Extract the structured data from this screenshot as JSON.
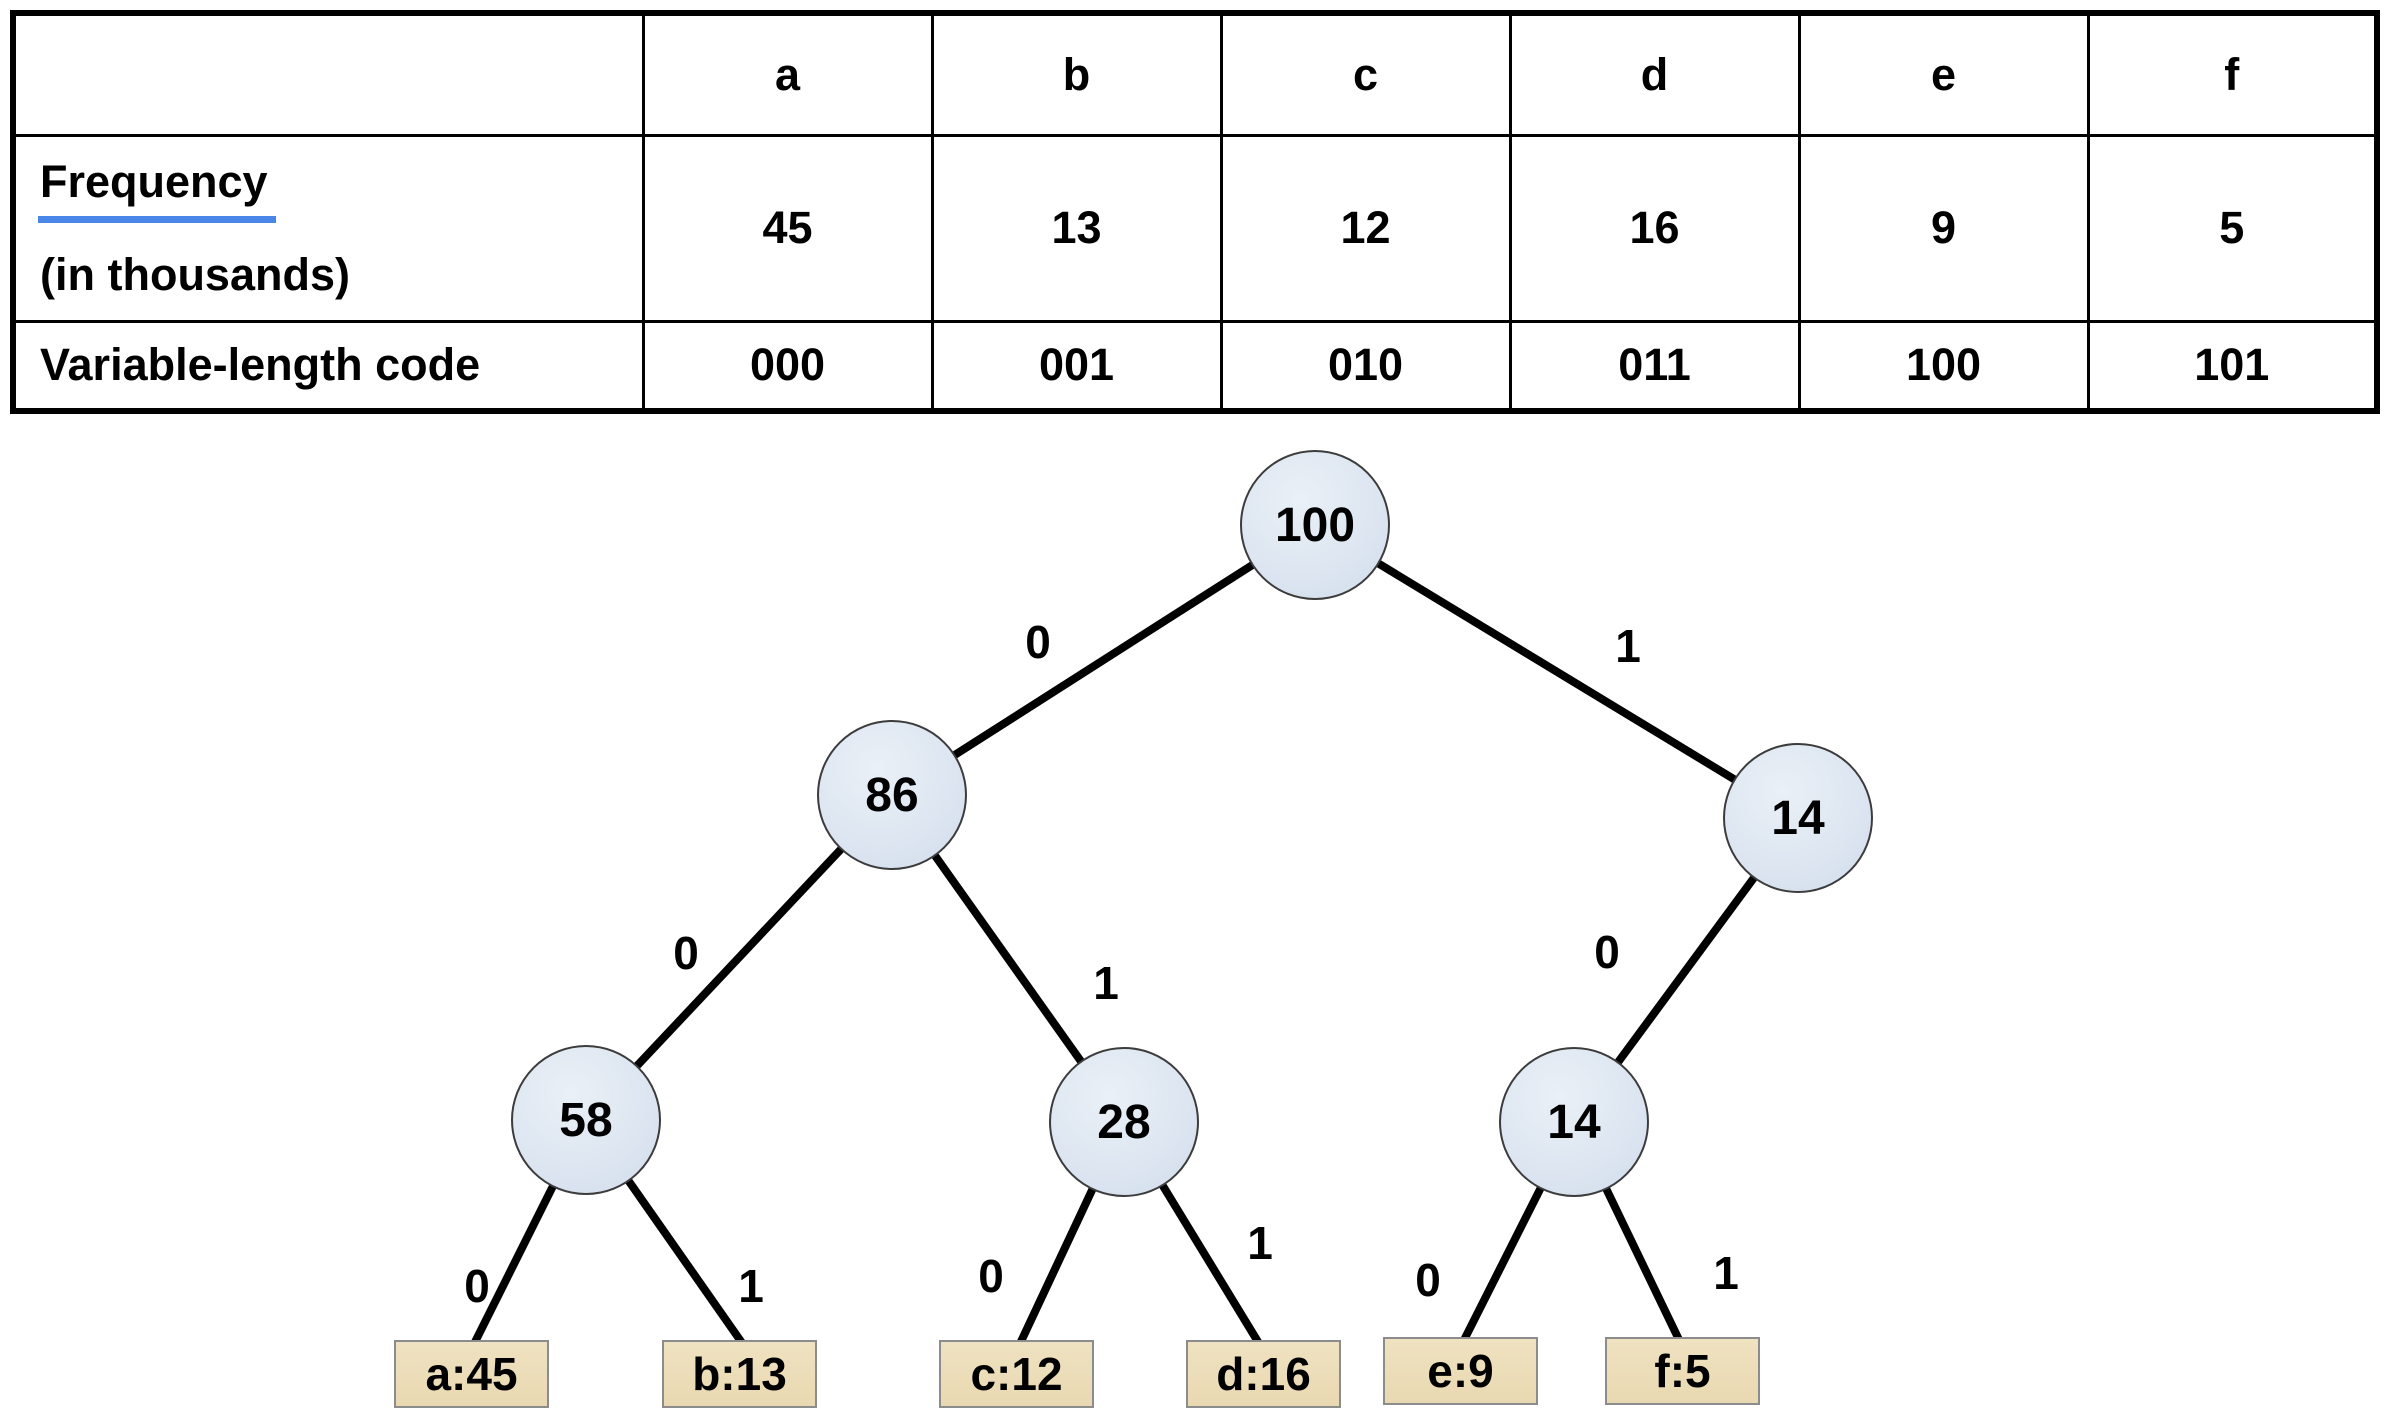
{
  "table": {
    "col_headers": [
      "a",
      "b",
      "c",
      "d",
      "e",
      "f"
    ],
    "frequency_row": {
      "label_title": "Frequency",
      "label_sub": "(in thousands)",
      "values": [
        "45",
        "13",
        "12",
        "16",
        "9",
        "5"
      ]
    },
    "code_row": {
      "label": "Variable-length code",
      "values": [
        "000",
        "001",
        "010",
        "011",
        "100",
        "101"
      ]
    }
  },
  "tree": {
    "internal": [
      {
        "value": "100"
      },
      {
        "value": "86"
      },
      {
        "value": "14"
      },
      {
        "value": "58"
      },
      {
        "value": "28"
      },
      {
        "value": "14"
      }
    ],
    "leaves": [
      {
        "label": "a:45"
      },
      {
        "label": "b:13"
      },
      {
        "label": "c:12"
      },
      {
        "label": "d:16"
      },
      {
        "label": "e:9"
      },
      {
        "label": "f:5"
      }
    ],
    "edges": [
      {
        "from": "100",
        "to": "86",
        "bit": "0"
      },
      {
        "from": "100",
        "to": "14",
        "bit": "1"
      },
      {
        "from": "86",
        "to": "58",
        "bit": "0"
      },
      {
        "from": "86",
        "to": "28",
        "bit": "1"
      },
      {
        "from": "14",
        "to": "14b",
        "bit": "0"
      },
      {
        "from": "58",
        "to": "a:45",
        "bit": "0"
      },
      {
        "from": "58",
        "to": "b:13",
        "bit": "1"
      },
      {
        "from": "28",
        "to": "c:12",
        "bit": "0"
      },
      {
        "from": "28",
        "to": "d:16",
        "bit": "1"
      },
      {
        "from": "14b",
        "to": "e:9",
        "bit": "0"
      },
      {
        "from": "14b",
        "to": "f:5",
        "bit": "1"
      }
    ]
  },
  "colors": {
    "node_fill": "#dde6f1",
    "leaf_fill": "#e9d9b2",
    "frequency_underline": "#4a86e8",
    "edge_stroke": "#000000"
  }
}
